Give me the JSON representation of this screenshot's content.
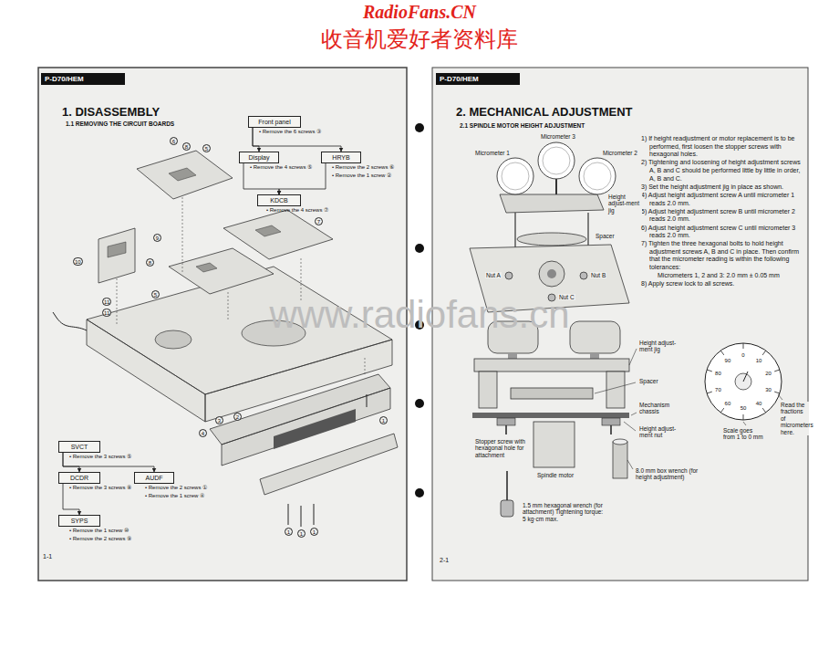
{
  "diagram": {
    "nodes": [
      {
        "text": [
          "Front panel"
        ]
      },
      {
        "text": [
          "Display"
        ]
      },
      {
        "text": [
          "HRYB"
        ]
      },
      {
        "text": [
          "KDCB"
        ]
      },
      {
        "text": [
          "SVCT"
        ]
      },
      {
        "text": [
          "DCDR"
        ]
      },
      {
        "text": [
          "AUDF"
        ]
      },
      {
        "text": [
          "SYPS"
        ]
      }
    ],
    "edges": [
      {
        "from": 0,
        "to": 1,
        "arrow": "to"
      },
      {
        "from": 0,
        "to": 2,
        "arrow": "to"
      },
      {
        "from": 1,
        "to": 3,
        "arrow": "to"
      },
      {
        "from": 2,
        "to": 3,
        "arrow": "to"
      },
      {
        "from": 4,
        "to": 5,
        "arrow": "to"
      },
      {
        "from": 4,
        "to": 6,
        "arrow": "to"
      },
      {
        "from": 5,
        "to": 7,
        "arrow": "to"
      }
    ],
    "labels": [
      "RadioFans.CN",
      "收音机爱好者资料库",
      "P-D70/HEM",
      "1. DISASSEMBLY",
      "1.1 REMOVING THE CIRCUIT BOARDS",
      "• Remove the 6 screws ③",
      "• Remove the 4 screws ⑤",
      "• Remove the 2 screws ⑥",
      "• Remove the 1 screw ②",
      "• Remove the 4 screws ⑦",
      "• Remove the 3 screws ⑤",
      "• Remove the 3 screws ⑧",
      "• Remove the 2 screws ①",
      "• Remove the 1 screw ④",
      "• Remove the 1 screw ⑩",
      "• Remove the 2 screws ⑨",
      "6",
      "8",
      "5",
      "7",
      "9",
      "8",
      "10",
      "5",
      "11",
      "11",
      "1",
      "2",
      "3",
      "4",
      "1",
      "1",
      "1",
      "1-1",
      "P-D70/HEM",
      "2. MECHANICAL ADJUSTMENT",
      "2.1 SPINDLE MOTOR HEIGHT ADJUSTMENT",
      "1) If height readjustment or motor replacement is to be performed, first loosen the stopper screws with hexagonal holes.",
      "2) Tightening and loosening of height adjustment screws A, B and C should be performed little by little in order, A, B and C.",
      "3) Set the height adjustment jig in place as shown.",
      "4) Adjust height adjustment screw A until micrometer 1 reads 2.0 mm.",
      "5) Adjust height adjustment screw B until micrometer 2 reads 2.0 mm.",
      "6) Adjust height adjustment screw C until micrometer 3 reads 2.0 mm.",
      "7) Tighten the three hexagonal bolts to hold height adjustment screws A, B and C in place. Then confirm that the micrometer reading is within the following tolerances:",
      "Micrometers 1, 2 and 3: 2.0 mm ± 0.05 mm",
      "8) Apply screw lock to all screws.",
      "Micrometer 3",
      "Micrometer 1",
      "Micrometer 2",
      "Height adjust-ment jig",
      "Spacer",
      "Nut A",
      "Nut B",
      "Nut C",
      "Height adjust-ment jig",
      "Spacer",
      "Mechanism chassis",
      "Height adjust-ment nut",
      "Stopper screw with hexagonal hole for attachment",
      "Spindle motor",
      "1.5 mm hexagonal wrench (for attachment) Tightening torque: 5 kg·cm max.",
      "8.0 mm box wrench (for height adjustment)",
      "Scale goes from 1 to 0 mm",
      "Read the fractions of micrometers here.",
      "0",
      "10",
      "20",
      "30",
      "40",
      "50",
      "60",
      "70",
      "80",
      "90",
      "2-1",
      "www.radiofans.cn"
    ]
  }
}
